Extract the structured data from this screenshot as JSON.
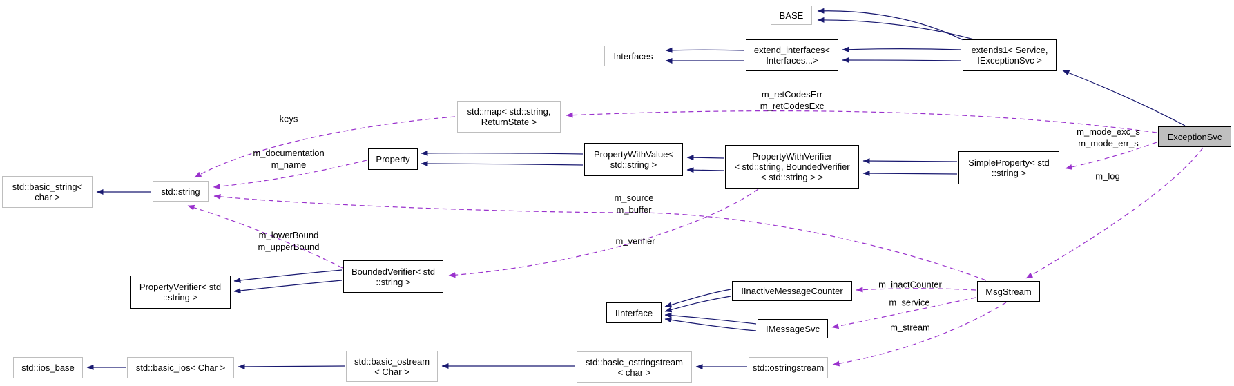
{
  "diagram": {
    "type": "doxygen-collaboration-diagram",
    "focus_class": "ExceptionSvc"
  },
  "colors": {
    "inheritance_edge": "#191970",
    "usage_edge": "#9a32cd",
    "node_border_internal": "#000000",
    "node_border_external": "#bebebe",
    "node_fill": "#ffffff",
    "focus_node_fill": "#bfbfbf",
    "text": "#000000",
    "background": "#ffffff"
  },
  "nodes": [
    {
      "id": "base",
      "label": "BASE"
    },
    {
      "id": "interfaces",
      "label": "Interfaces"
    },
    {
      "id": "extend-interfaces",
      "label": "extend_interfaces<\nInterfaces...>"
    },
    {
      "id": "extends1",
      "label": "extends1< Service,\nIExceptionSvc >"
    },
    {
      "id": "exceptionsvc",
      "label": "ExceptionSvc"
    },
    {
      "id": "std-map",
      "label": "std::map< std::string,\nReturnState >"
    },
    {
      "id": "property",
      "label": "Property"
    },
    {
      "id": "property-with-value",
      "label": "PropertyWithValue<\nstd::string >"
    },
    {
      "id": "property-with-verifier",
      "label": "PropertyWithVerifier\n< std::string, BoundedVerifier\n< std::string > >"
    },
    {
      "id": "simple-property",
      "label": "SimpleProperty< std\n::string >"
    },
    {
      "id": "std-basic-string",
      "label": "std::basic_string<\nchar >"
    },
    {
      "id": "std-string",
      "label": "std::string"
    },
    {
      "id": "property-verifier",
      "label": "PropertyVerifier< std\n::string >"
    },
    {
      "id": "bounded-verifier",
      "label": "BoundedVerifier< std\n::string >"
    },
    {
      "id": "iinterface",
      "label": "IInterface"
    },
    {
      "id": "iinactive-message-counter",
      "label": "IInactiveMessageCounter"
    },
    {
      "id": "imessagesvc",
      "label": "IMessageSvc"
    },
    {
      "id": "msgstream",
      "label": "MsgStream"
    },
    {
      "id": "std-ios-base",
      "label": "std::ios_base"
    },
    {
      "id": "std-basic-ios",
      "label": "std::basic_ios< Char >"
    },
    {
      "id": "std-basic-ostream",
      "label": "std::basic_ostream\n< Char >"
    },
    {
      "id": "std-basic-ostringstream",
      "label": "std::basic_ostringstream\n< char >"
    },
    {
      "id": "std-ostringstream",
      "label": "std::ostringstream"
    }
  ],
  "edge_labels": [
    {
      "id": "keys",
      "text": "keys"
    },
    {
      "id": "ret-codes",
      "text": "m_retCodesErr\nm_retCodesExc"
    },
    {
      "id": "doc-name",
      "text": "m_documentation\nm_name"
    },
    {
      "id": "modes",
      "text": "m_mode_exc_s\nm_mode_err_s"
    },
    {
      "id": "log",
      "text": "m_log"
    },
    {
      "id": "source-buffer",
      "text": "m_source\nm_buffer"
    },
    {
      "id": "bounds",
      "text": "m_lowerBound\nm_upperBound"
    },
    {
      "id": "verifier",
      "text": "m_verifier"
    },
    {
      "id": "inact-counter",
      "text": "m_inactCounter"
    },
    {
      "id": "service",
      "text": "m_service"
    },
    {
      "id": "stream",
      "text": "m_stream"
    }
  ]
}
